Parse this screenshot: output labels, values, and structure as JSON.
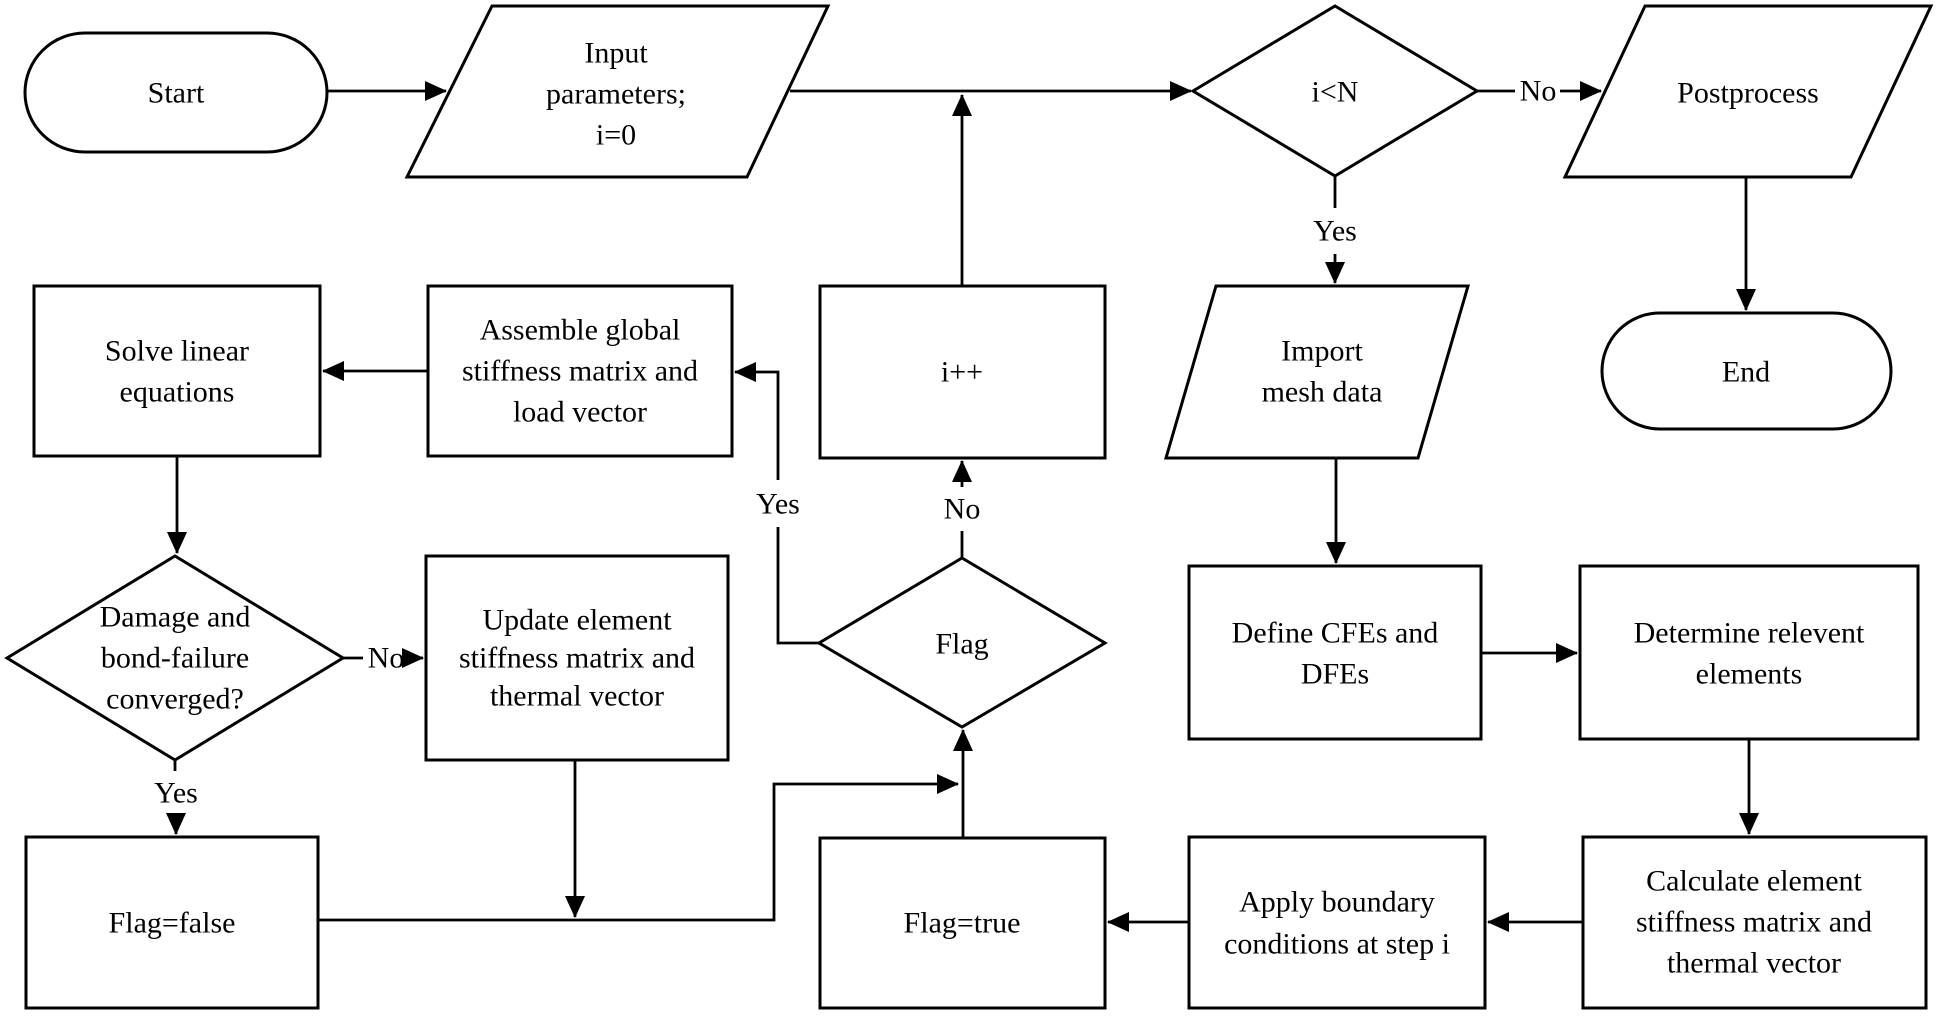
{
  "diagram": {
    "colors": {
      "background": "#ffffff",
      "line": "#000000",
      "text": "#000000"
    },
    "nodes": {
      "start": {
        "shape": "terminator",
        "label": "Start"
      },
      "input_parameters": {
        "shape": "parallelogram",
        "lines": [
          "Input",
          "parameters;",
          "i=0"
        ]
      },
      "i_less_than_n": {
        "shape": "decision",
        "label": "i<N"
      },
      "postprocess": {
        "shape": "parallelogram",
        "label": "Postprocess"
      },
      "end": {
        "shape": "terminator",
        "label": "End"
      },
      "import_mesh_data": {
        "shape": "parallelogram",
        "lines": [
          "Import",
          "mesh data"
        ]
      },
      "define_cfes_dfes": {
        "shape": "process",
        "lines": [
          "Define CFEs and",
          "DFEs"
        ]
      },
      "determine_relevent_elements": {
        "shape": "process",
        "lines": [
          "Determine relevent",
          "elements"
        ]
      },
      "calculate_element": {
        "shape": "process",
        "lines": [
          "Calculate element",
          "stiffness matrix and",
          "thermal vector"
        ]
      },
      "apply_boundary": {
        "shape": "process",
        "lines": [
          "Apply boundary",
          "conditions at step i"
        ]
      },
      "flag_true": {
        "shape": "process",
        "label": "Flag=true"
      },
      "flag": {
        "shape": "decision",
        "label": "Flag"
      },
      "i_plus_plus": {
        "shape": "process",
        "label": "i++"
      },
      "assemble_global": {
        "shape": "process",
        "lines": [
          "Assemble global",
          "stiffness matrix and",
          "load vector"
        ]
      },
      "solve_linear": {
        "shape": "process",
        "lines": [
          "Solve linear",
          "equations"
        ]
      },
      "damage_converged": {
        "shape": "decision",
        "lines": [
          "Damage and",
          "bond-failure",
          "converged?"
        ]
      },
      "update_element": {
        "shape": "process",
        "lines": [
          "Update element",
          "stiffness matrix and",
          "thermal vector"
        ]
      },
      "flag_false": {
        "shape": "process",
        "label": "Flag=false"
      }
    },
    "edge_labels": {
      "i_less_than_n_no": "No",
      "i_less_than_n_yes": "Yes",
      "flag_yes": "Yes",
      "flag_no": "No",
      "damage_no": "No",
      "damage_yes": "Yes"
    }
  }
}
